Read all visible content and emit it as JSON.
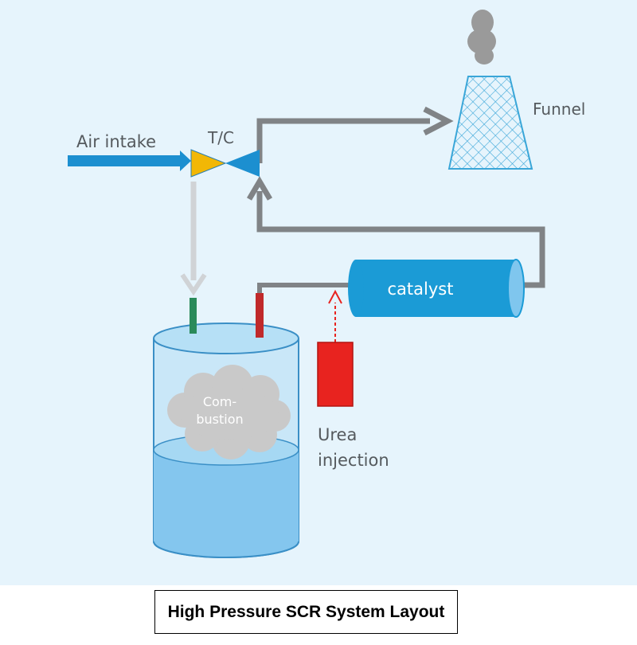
{
  "labels": {
    "air_intake": "Air intake",
    "turbocharger": "T/C",
    "funnel": "Funnel",
    "catalyst": "catalyst",
    "combustion_line1": "Com-",
    "combustion_line2": "bustion",
    "urea_line1": "Urea",
    "urea_line2": "injection"
  },
  "caption": "High Pressure SCR System Layout",
  "colors": {
    "background": "#e6f4fc",
    "pipe": "#808386",
    "air_arrow": "#1c8fd0",
    "tc_left": "#f2b705",
    "tc_right": "#1c8fd0",
    "catalyst": "#1b9bd6",
    "tank_water": "#84c6ee",
    "tank_top": "#b6e0f6",
    "combustion_cloud": "#c9c9c9",
    "urea": "#e8231f",
    "outlet_pipe": "#c0292a",
    "inlet_pipe": "#2a8a5a",
    "funnel_hatch": "#3aa6d8",
    "smoke": "#9a9a9a"
  }
}
